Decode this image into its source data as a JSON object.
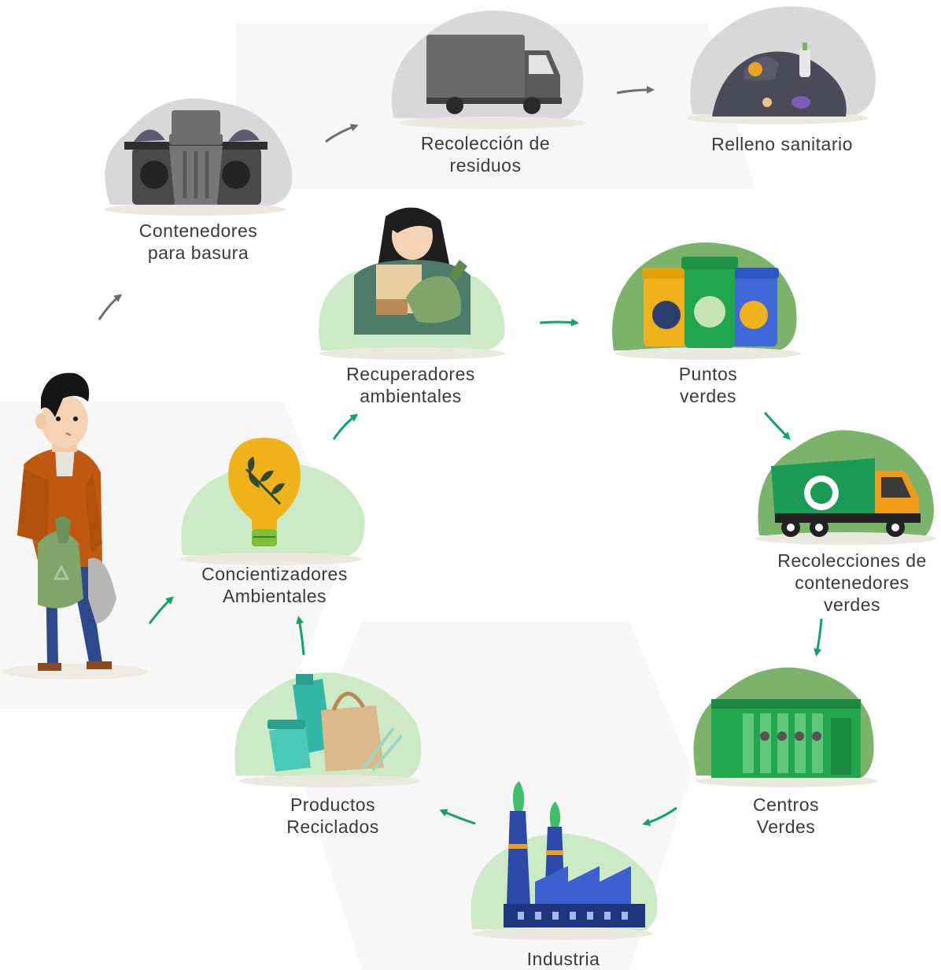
{
  "nodes": {
    "contenedores": {
      "line1": "Contenedores",
      "line2": "para basura"
    },
    "recoleccion": {
      "line1": "Recolección de",
      "line2": "residuos"
    },
    "relleno": {
      "line1": "Relleno sanitario"
    },
    "recuperadores": {
      "line1": "Recuperadores",
      "line2": "ambientales"
    },
    "puntos": {
      "line1": "Puntos",
      "line2": "verdes"
    },
    "recolecciones_verdes": {
      "line1": "Recolecciones de",
      "line2": "contenedores",
      "line3": "verdes"
    },
    "centros": {
      "line1": "Centros",
      "line2": "Verdes"
    },
    "industria": {
      "line1": "Industria"
    },
    "productos": {
      "line1": "Productos",
      "line2": "Reciclados"
    },
    "concientizadores": {
      "line1": "Concientizadores",
      "line2": "Ambientales"
    }
  },
  "colors": {
    "gray_arrow": "#6e6e6e",
    "green_arrow": "#12a36b",
    "gray_blob": "#d8d8d8",
    "green_blob": "#cdeac7",
    "dark_green_blob": "#7bb36a",
    "text": "#3a3a3a"
  }
}
